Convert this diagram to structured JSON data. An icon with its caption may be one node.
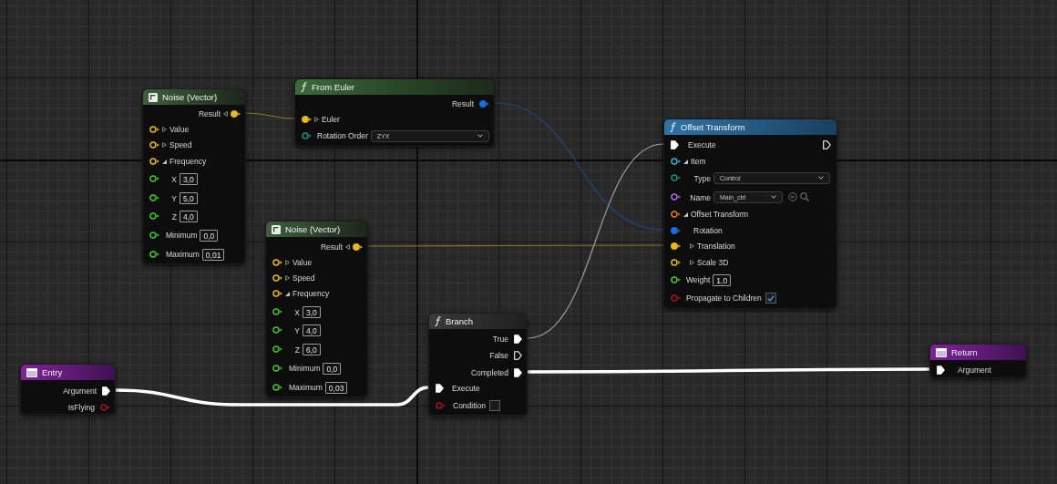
{
  "diagram": {
    "nodes": [
      {
        "text": [
          "Noise (Vector)",
          "Result",
          "Value",
          "Speed",
          "Frequency",
          "X",
          "3,0",
          "Y",
          "5,0",
          "Z",
          "4,0",
          "Minimum",
          "0,0",
          "Maximum",
          "0,01"
        ]
      },
      {
        "text": [
          "From Euler",
          "Result",
          "Euler",
          "Rotation Order",
          "ZYX"
        ]
      },
      {
        "text": [
          "Offset Transform",
          "Execute",
          "Item",
          "Type",
          "Control",
          "Name",
          "Main_ctrl",
          "Offset Transform",
          "Rotation",
          "Translation",
          "Scale 3D",
          "Weight",
          "1,0",
          "Propagate to Children"
        ]
      },
      {
        "text": [
          "Noise (Vector)",
          "Result",
          "Value",
          "Speed",
          "Frequency",
          "X",
          "3,0",
          "Y",
          "4,0",
          "Z",
          "6,0",
          "Minimum",
          "0,0",
          "Maximum",
          "0,03"
        ]
      },
      {
        "text": [
          "Entry",
          "Argument",
          "IsFlying"
        ]
      },
      {
        "text": [
          "Branch",
          "True",
          "False",
          "Completed",
          "Execute",
          "Condition"
        ]
      },
      {
        "text": [
          "Return",
          "Argument"
        ]
      }
    ],
    "edges": [
      {
        "from": 0,
        "to": 1,
        "arrow": "none",
        "color": "#8a7428"
      },
      {
        "from": 1,
        "to": 2,
        "arrow": "none",
        "color": "#1f4a7a"
      },
      {
        "from": 3,
        "to": 2,
        "arrow": "none",
        "color": "#8a7428"
      },
      {
        "from": 4,
        "to": 5,
        "arrow": "none",
        "style": "thick",
        "color": "#ffffff"
      },
      {
        "from": 5,
        "to": 2,
        "arrow": "none",
        "color": "#a0a0a0"
      },
      {
        "from": 5,
        "to": 6,
        "arrow": "none",
        "style": "thick",
        "color": "#ffffff"
      }
    ]
  }
}
